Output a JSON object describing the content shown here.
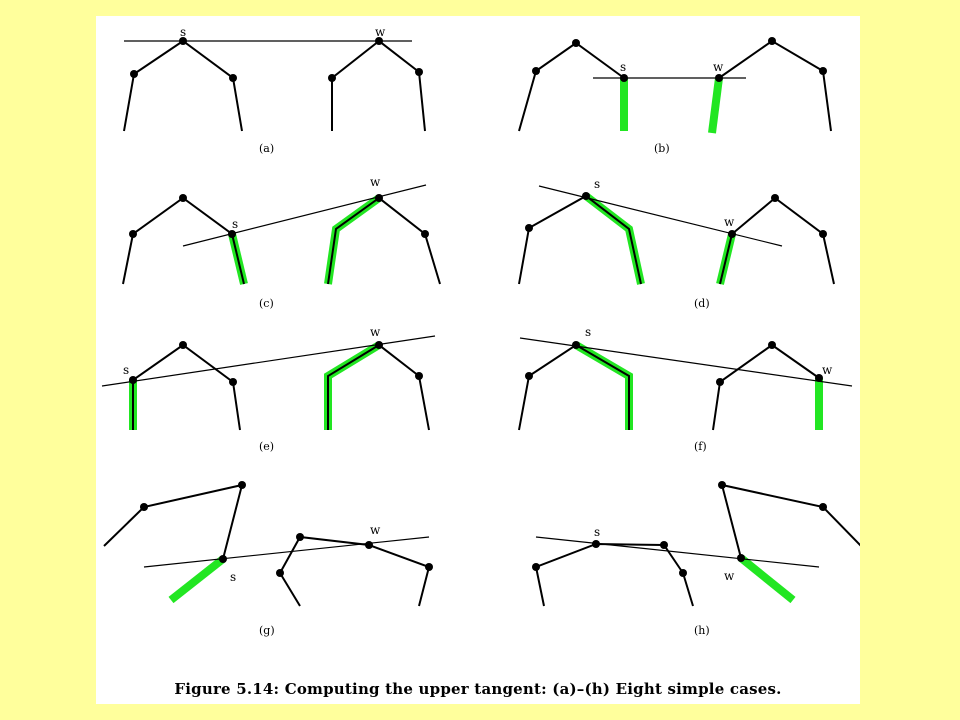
{
  "colors": {
    "background": "#ffff9c",
    "panel": "#ffffff",
    "ink": "#000000",
    "highlight": "#22e622"
  },
  "figure_caption": "Figure 5.14: Computing the upper tangent: (a)–(h) Eight simple cases.",
  "panels": {
    "a": {
      "label": "(a)",
      "s": "s",
      "w": "w"
    },
    "b": {
      "label": "(b)",
      "s": "s",
      "w": "w"
    },
    "c": {
      "label": "(c)",
      "s": "s",
      "w": "w"
    },
    "d": {
      "label": "(d)",
      "s": "s",
      "w": "w"
    },
    "e": {
      "label": "(e)",
      "s": "s",
      "w": "w"
    },
    "f": {
      "label": "(f)",
      "s": "s",
      "w": "w"
    },
    "g": {
      "label": "(g)",
      "s": "s",
      "w": "w"
    },
    "h": {
      "label": "(h)",
      "s": "s",
      "w": "w"
    }
  }
}
